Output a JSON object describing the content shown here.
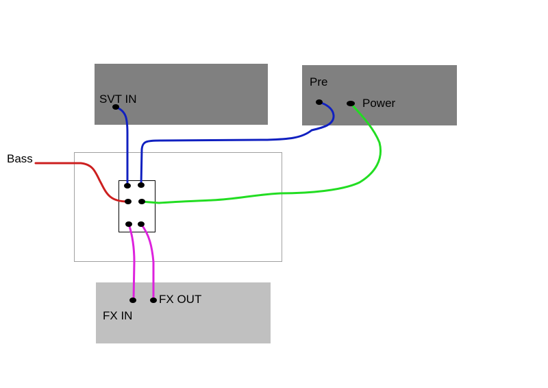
{
  "labels": {
    "svt_in": "SVT IN",
    "pre": "Pre",
    "power": "Power",
    "bass": "Bass",
    "fx_in": "FX IN",
    "fx_out": "FX OUT"
  },
  "colors": {
    "amp_box": "#808080",
    "fx_box": "#c0c0c0",
    "enclosure_border": "#a0a0a0",
    "switch_border": "#000000",
    "terminal": "#000000",
    "wire_bass": "#cc1f1f",
    "wire_svt": "#1020c0",
    "wire_pre": "#1020c0",
    "wire_power": "#22dd22",
    "wire_fx": "#dd22dd"
  }
}
